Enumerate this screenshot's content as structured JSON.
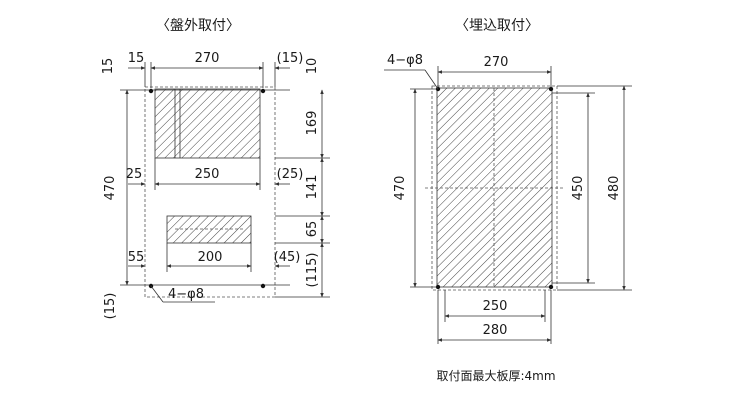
{
  "surface": {
    "title": "〈盤外取付〉",
    "dims": {
      "top_left_gap": "15",
      "top_width": "270",
      "top_right_gap": "(15)",
      "left_top_gap": "15",
      "right_top_gap": "10",
      "right_h1": "169",
      "overall_height": "470",
      "left_gap_25": "25",
      "width_250": "250",
      "right_gap_25": "(25)",
      "right_h2": "141",
      "right_h3": "65",
      "left_gap_55": "55",
      "width_200": "200",
      "right_gap_45": "(45)",
      "right_h4": "(115)",
      "bottom_gap": "(15)",
      "holes": "4−φ8"
    }
  },
  "flush": {
    "title": "〈埋込取付〉",
    "dims": {
      "holes": "4−φ8",
      "top_width": "270",
      "left_height": "470",
      "cutout_height": "450",
      "overall_height": "480",
      "bottom_width1": "250",
      "bottom_width2": "280"
    }
  },
  "note": "取付面最大板厚:4mm"
}
